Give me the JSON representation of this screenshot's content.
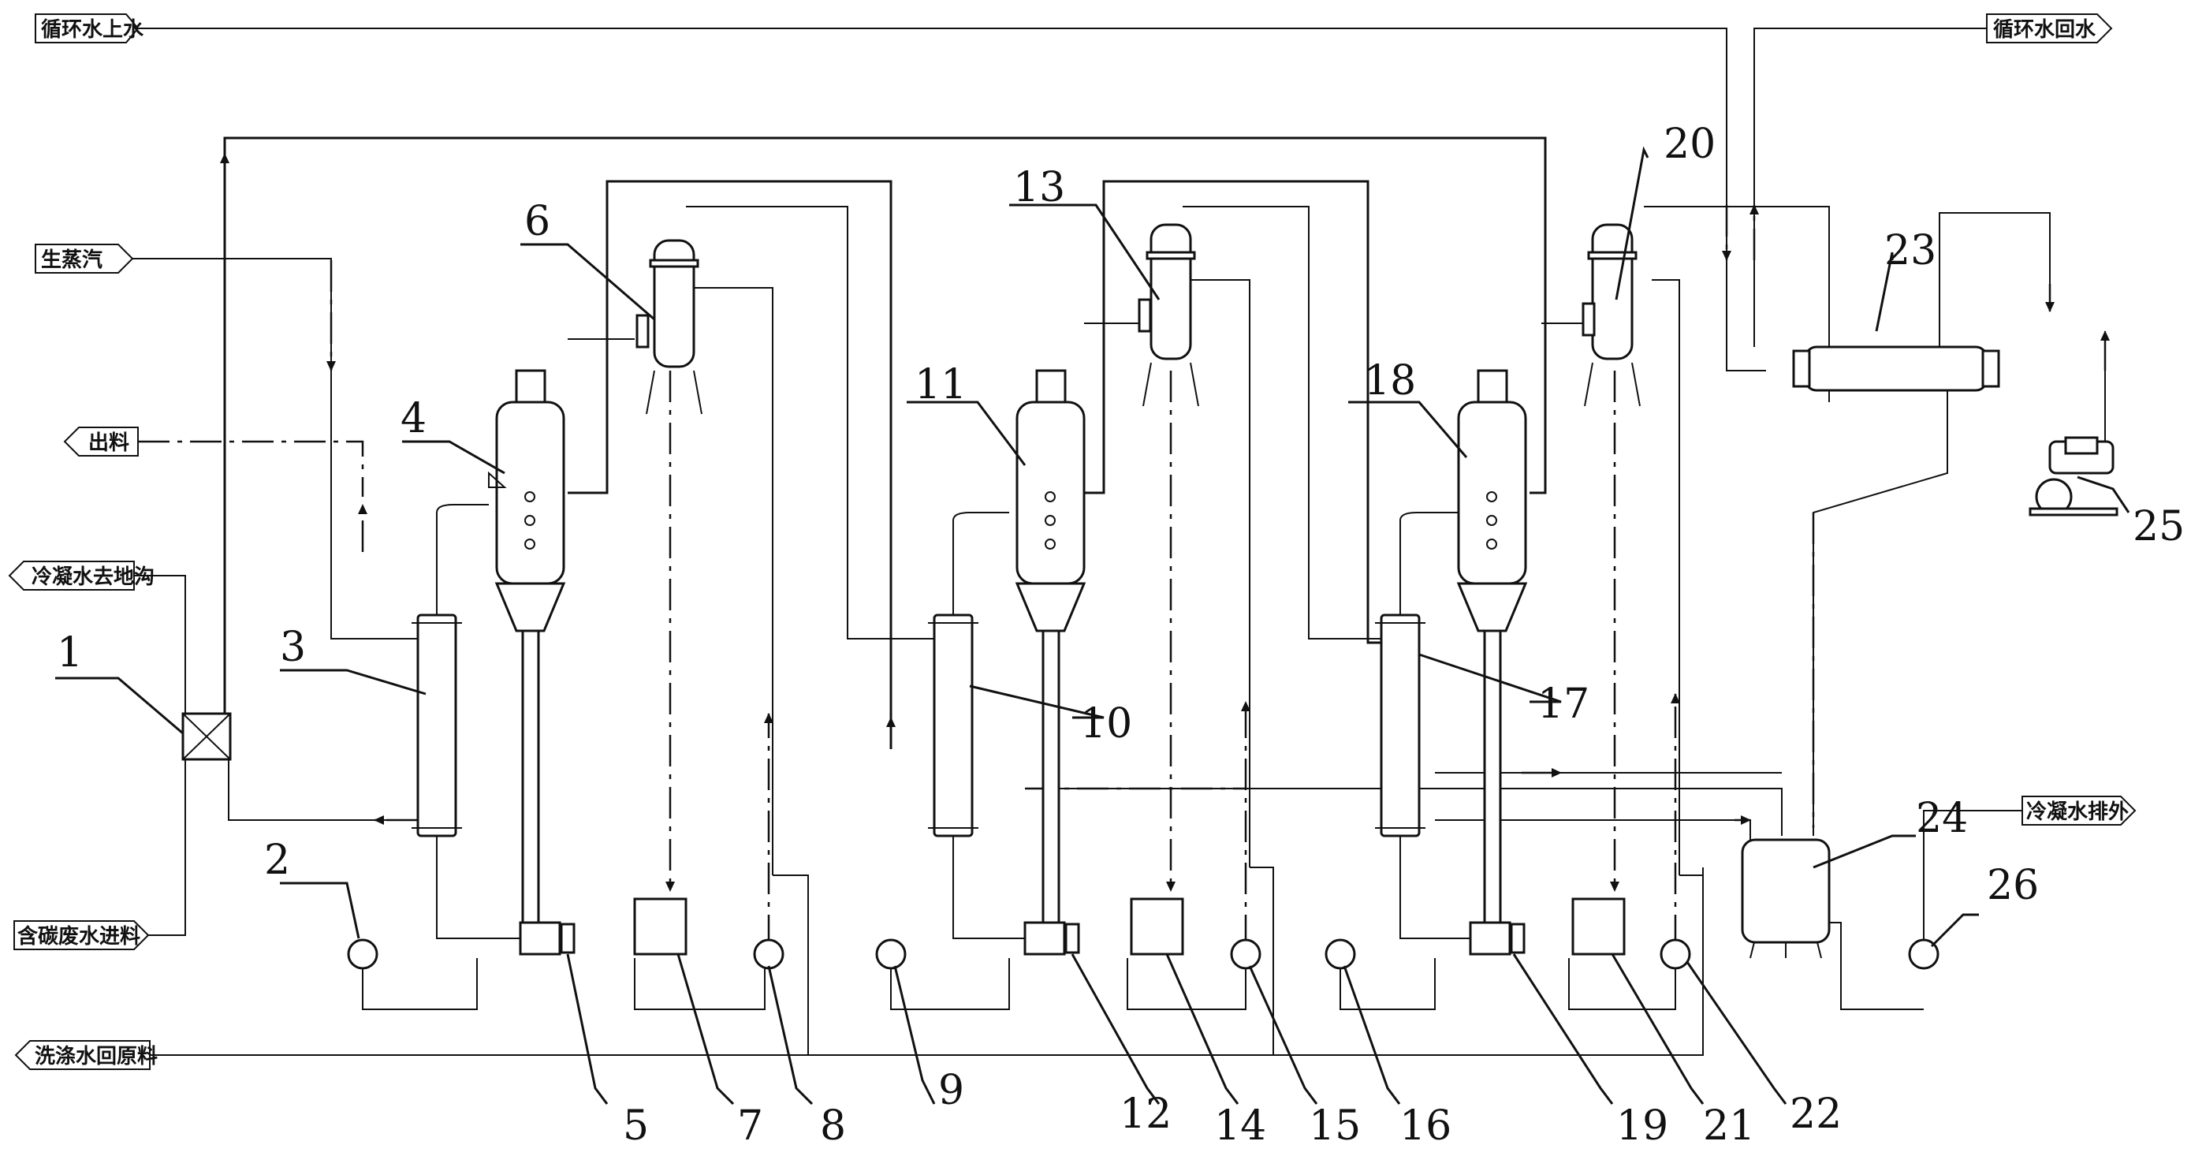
{
  "stream_tags": {
    "cooling_supply": "循环水上水",
    "cooling_return": "循环水回水",
    "live_steam": "生蒸汽",
    "discharge": "出料",
    "condensate_to_trench": "冷凝水去地沟",
    "feed_in": "含碳废水进料",
    "wash_water_return": "洗涤水回原料",
    "condensate_out": "冷凝水排外"
  },
  "equipment_numbers": [
    "1",
    "2",
    "3",
    "4",
    "5",
    "6",
    "7",
    "8",
    "9",
    "10",
    "11",
    "12",
    "13",
    "14",
    "15",
    "16",
    "17",
    "18",
    "19",
    "20",
    "21",
    "22",
    "23",
    "24",
    "25",
    "26"
  ]
}
